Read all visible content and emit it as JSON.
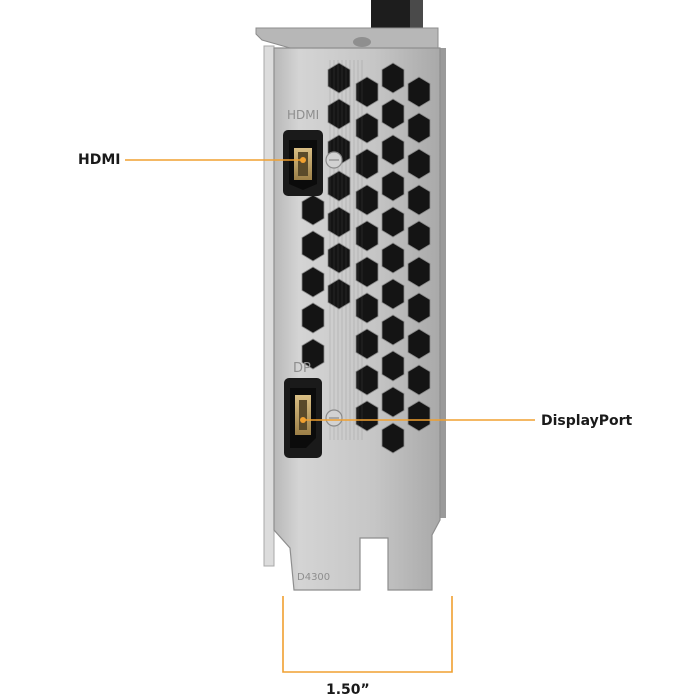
{
  "callouts": {
    "hdmi": "HDMI",
    "displayport": "DisplayPort",
    "width": "1.50”"
  },
  "bracket_markings": {
    "hdmi": "HDMI",
    "dp": "DP",
    "model": "D4300"
  },
  "colors": {
    "accent": "#f0a030",
    "plate": "#c9c9c9",
    "plate_dark": "#9d9d9d",
    "vent": "#141414",
    "port_body": "#111111",
    "port_inner": "#c8a86a"
  }
}
